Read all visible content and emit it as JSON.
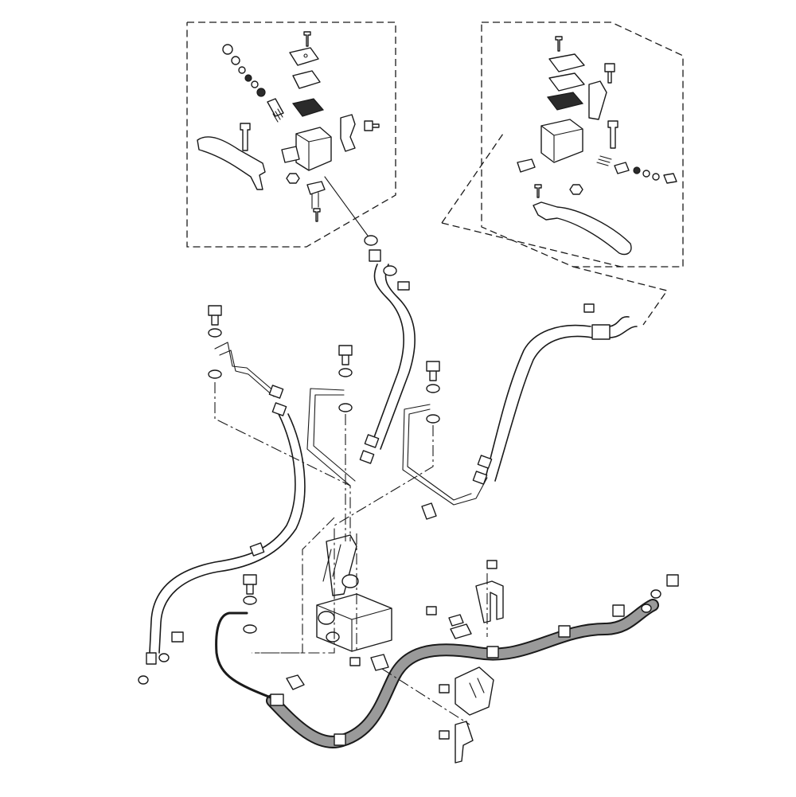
{
  "figure": {
    "description_visible_text": [],
    "colors": {
      "line": "#1a1a1a",
      "hose_fill": "#ffffff",
      "highlight_hose": "#9a9a9a",
      "background": "#ffffff"
    },
    "groups": [
      {
        "id": "left-master-cylinder",
        "icon": "master-cylinder-icon"
      },
      {
        "id": "right-master-cylinder",
        "icon": "master-cylinder-icon"
      },
      {
        "id": "abs-unit",
        "icon": "abs-modulator-icon"
      },
      {
        "id": "brake-hoses",
        "icon": "hose-icon"
      }
    ]
  }
}
